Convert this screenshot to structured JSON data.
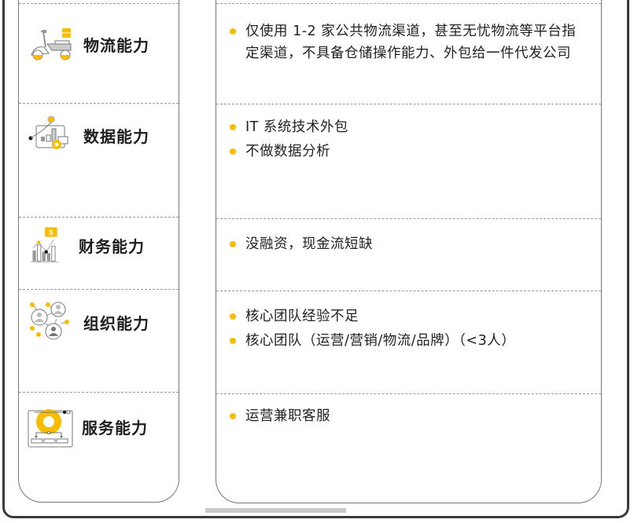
{
  "rows": [
    {
      "label": "物流能力",
      "icon": "scooter-delivery-icon",
      "bullets": [
        "仅使用 1-2 家公共物流渠道，甚至无忧物流等平台指定渠道，不具备仓储操作能力、外包给一件代发公司"
      ]
    },
    {
      "label": "数据能力",
      "icon": "data-dashboard-gear-icon",
      "bullets": [
        "IT 系统技术外包",
        "不做数据分析"
      ]
    },
    {
      "label": "财务能力",
      "icon": "finance-chart-dollar-icon",
      "bullets": [
        "没融资，现金流短缺"
      ]
    },
    {
      "label": "组织能力",
      "icon": "team-network-icon",
      "bullets": [
        "核心团队经验不足",
        "核心团队（运营/营销/物流/品牌）（<3人）"
      ]
    },
    {
      "label": "服务能力",
      "icon": "service-gear-window-icon",
      "bullets": [
        "运营兼职客服"
      ]
    }
  ],
  "colors": {
    "accent": "#f7bd00",
    "border": "#777777",
    "dashed": "#9a9a9a"
  }
}
